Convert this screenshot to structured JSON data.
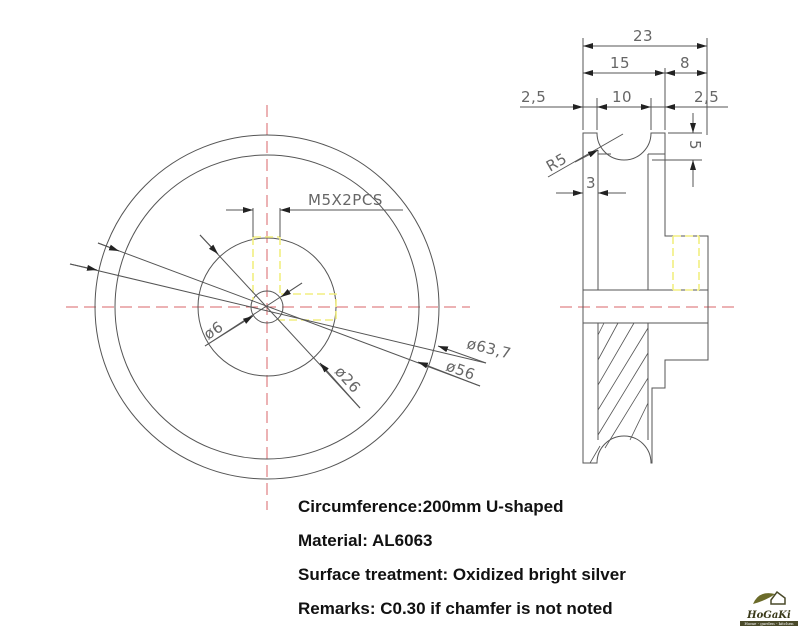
{
  "front_view": {
    "thread_label": "M5X2PCS",
    "dims": {
      "bore": "ø6",
      "hub": "ø26",
      "outer": "ø63,7",
      "groove_bottom": "ø56"
    }
  },
  "section_view": {
    "dims": {
      "total_width": "23",
      "flange_part": "15",
      "hub_part": "8",
      "left_edge": "2,5",
      "groove_width": "10",
      "right_edge": "2,5",
      "radius": "R5",
      "groove_depth": "5",
      "web": "3"
    }
  },
  "notes": [
    "Circumference:200mm U-shaped",
    "Material: AL6063",
    "Surface treatment: Oxidized bright silver",
    "Remarks: C0.30 if chamfer is not noted"
  ],
  "logo": {
    "name": "HoGaKi",
    "tagline": "Home - garden - kitchen"
  },
  "colors": {
    "centerline": "#d9666a",
    "hidden": "#f2ee80",
    "line": "#555555"
  }
}
